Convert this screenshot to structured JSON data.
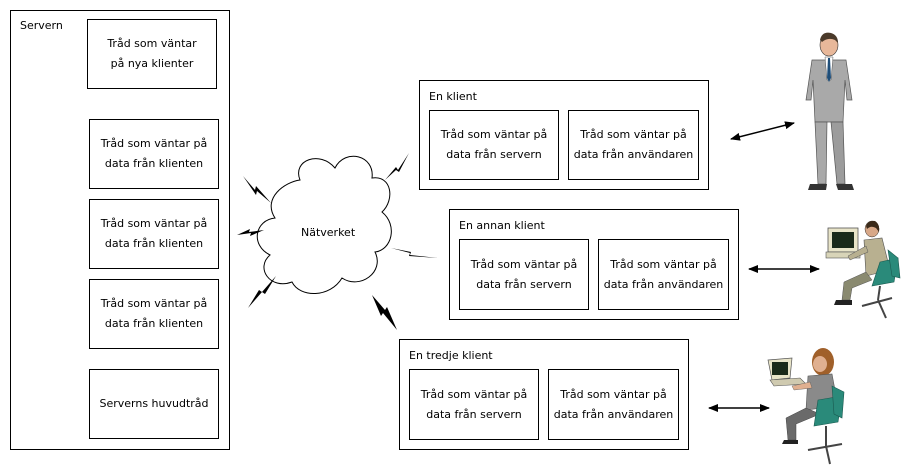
{
  "server": {
    "title": "Servern",
    "threads": [
      {
        "line1": "Tråd som väntar",
        "line2": "på nya klienter"
      },
      {
        "line1": "Tråd som väntar på",
        "line2": "data från klienten"
      },
      {
        "line1": "Tråd som väntar på",
        "line2": "data från klienten"
      },
      {
        "line1": "Tråd som väntar på",
        "line2": "data från klienten"
      },
      {
        "line1": "Serverns huvudtråd",
        "line2": ""
      }
    ]
  },
  "network": {
    "label": "Nätverket"
  },
  "clients": [
    {
      "title": "En klient",
      "thread_server": {
        "line1": "Tråd som väntar på",
        "line2": "data från servern"
      },
      "thread_user": {
        "line1": "Tråd som väntar på",
        "line2": "data från användaren"
      }
    },
    {
      "title": "En annan klient",
      "thread_server": {
        "line1": "Tråd som väntar på",
        "line2": "data från servern"
      },
      "thread_user": {
        "line1": "Tråd som väntar på",
        "line2": "data från användaren"
      }
    },
    {
      "title": "En tredje klient",
      "thread_server": {
        "line1": "Tråd som väntar på",
        "line2": "data från servern"
      },
      "thread_user": {
        "line1": "Tråd som väntar på",
        "line2": "data från användaren"
      }
    }
  ],
  "users": [
    {
      "icon": "standing-man-icon"
    },
    {
      "icon": "man-at-computer-icon"
    },
    {
      "icon": "woman-at-laptop-icon"
    }
  ]
}
